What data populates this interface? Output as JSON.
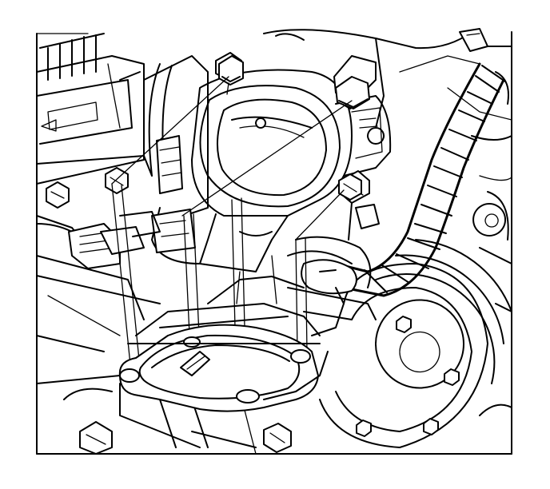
{
  "figure": {
    "kind": "line-art-technical-illustration",
    "subject_icon": "throttle-body-removal-illustration",
    "colors": {
      "line": "#000000",
      "background": "#ffffff"
    },
    "components": [
      "throttle-body",
      "mounting-bolt",
      "throttle-body-gasket",
      "intake-manifold-flange",
      "wiring-harness",
      "air-intake-duct",
      "crankshaft-pulley",
      "electrical-connector"
    ]
  }
}
